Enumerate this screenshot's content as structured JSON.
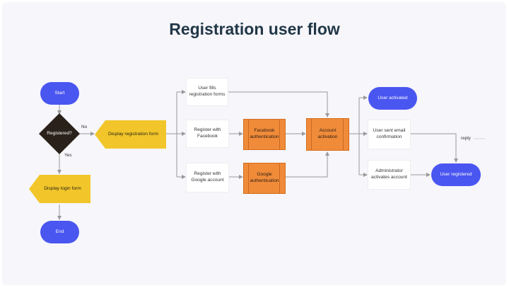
{
  "diagram": {
    "title": "Registration user flow",
    "nodes": {
      "start": "Start",
      "registered": "Registered?",
      "display_login": "Display login form",
      "end": "End",
      "display_registration": "Display registration form",
      "user_fills": "User fills\nregistration forms",
      "register_facebook": "Register with\nFacebook",
      "register_google": "Register with\nGoogle account",
      "facebook_auth": "Facebook\nauthentication",
      "google_auth": "Google\nauthentication",
      "account_activation": "Account\nactivation",
      "user_activated": "User activated",
      "user_sent_email": "User sent email\nconfirmation",
      "admin_activates": "Administrator\nactivates account",
      "user_registered": "User registered"
    },
    "edge_labels": {
      "no": "No",
      "yes": "Yes",
      "reply": "reply"
    },
    "colors": {
      "terminal": "#4a56f0",
      "decision": "#2b211b",
      "display": "#f2c62a",
      "process": "#ffffff",
      "auth": "#f08b3a",
      "connector": "#9a9a9a",
      "title": "#223747"
    }
  }
}
